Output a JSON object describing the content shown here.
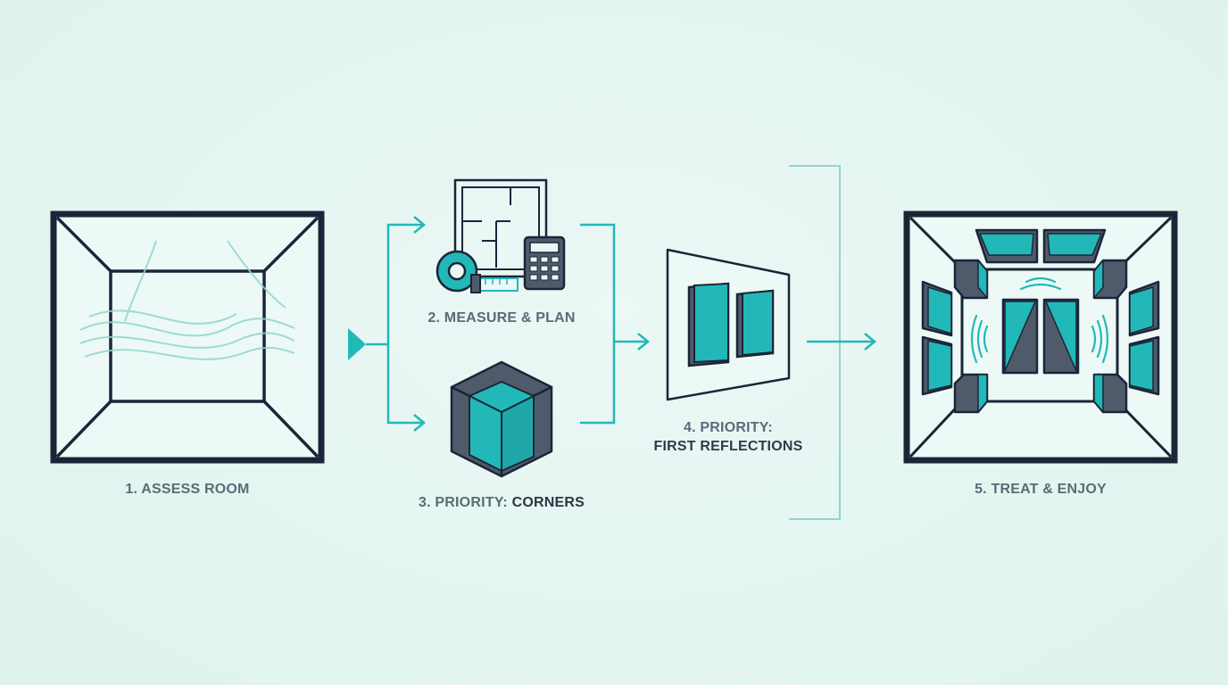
{
  "steps": {
    "step1": {
      "label": "1. ASSESS ROOM"
    },
    "step2": {
      "label": "2. MEASURE & PLAN"
    },
    "step3": {
      "label_prefix": "3. PRIORITY: ",
      "label_emphasis": "CORNERS"
    },
    "step4": {
      "label_line1": "4. PRIORITY:",
      "label_line2": "FIRST REFLECTIONS"
    },
    "step5": {
      "label": "5. TREAT & ENJOY"
    }
  },
  "colors": {
    "background": "#e6f6f2",
    "dark": "#1b2538",
    "teal": "#22b8b8",
    "slate": "#4f5b6b",
    "muted_text": "#5b6b78"
  },
  "icons": [
    "room-icon",
    "floor-plan-icon",
    "tape-measure-icon",
    "calculator-icon",
    "corner-bass-trap-icon",
    "reflection-panel-icon",
    "treated-room-icon",
    "sound-wave-icon"
  ]
}
